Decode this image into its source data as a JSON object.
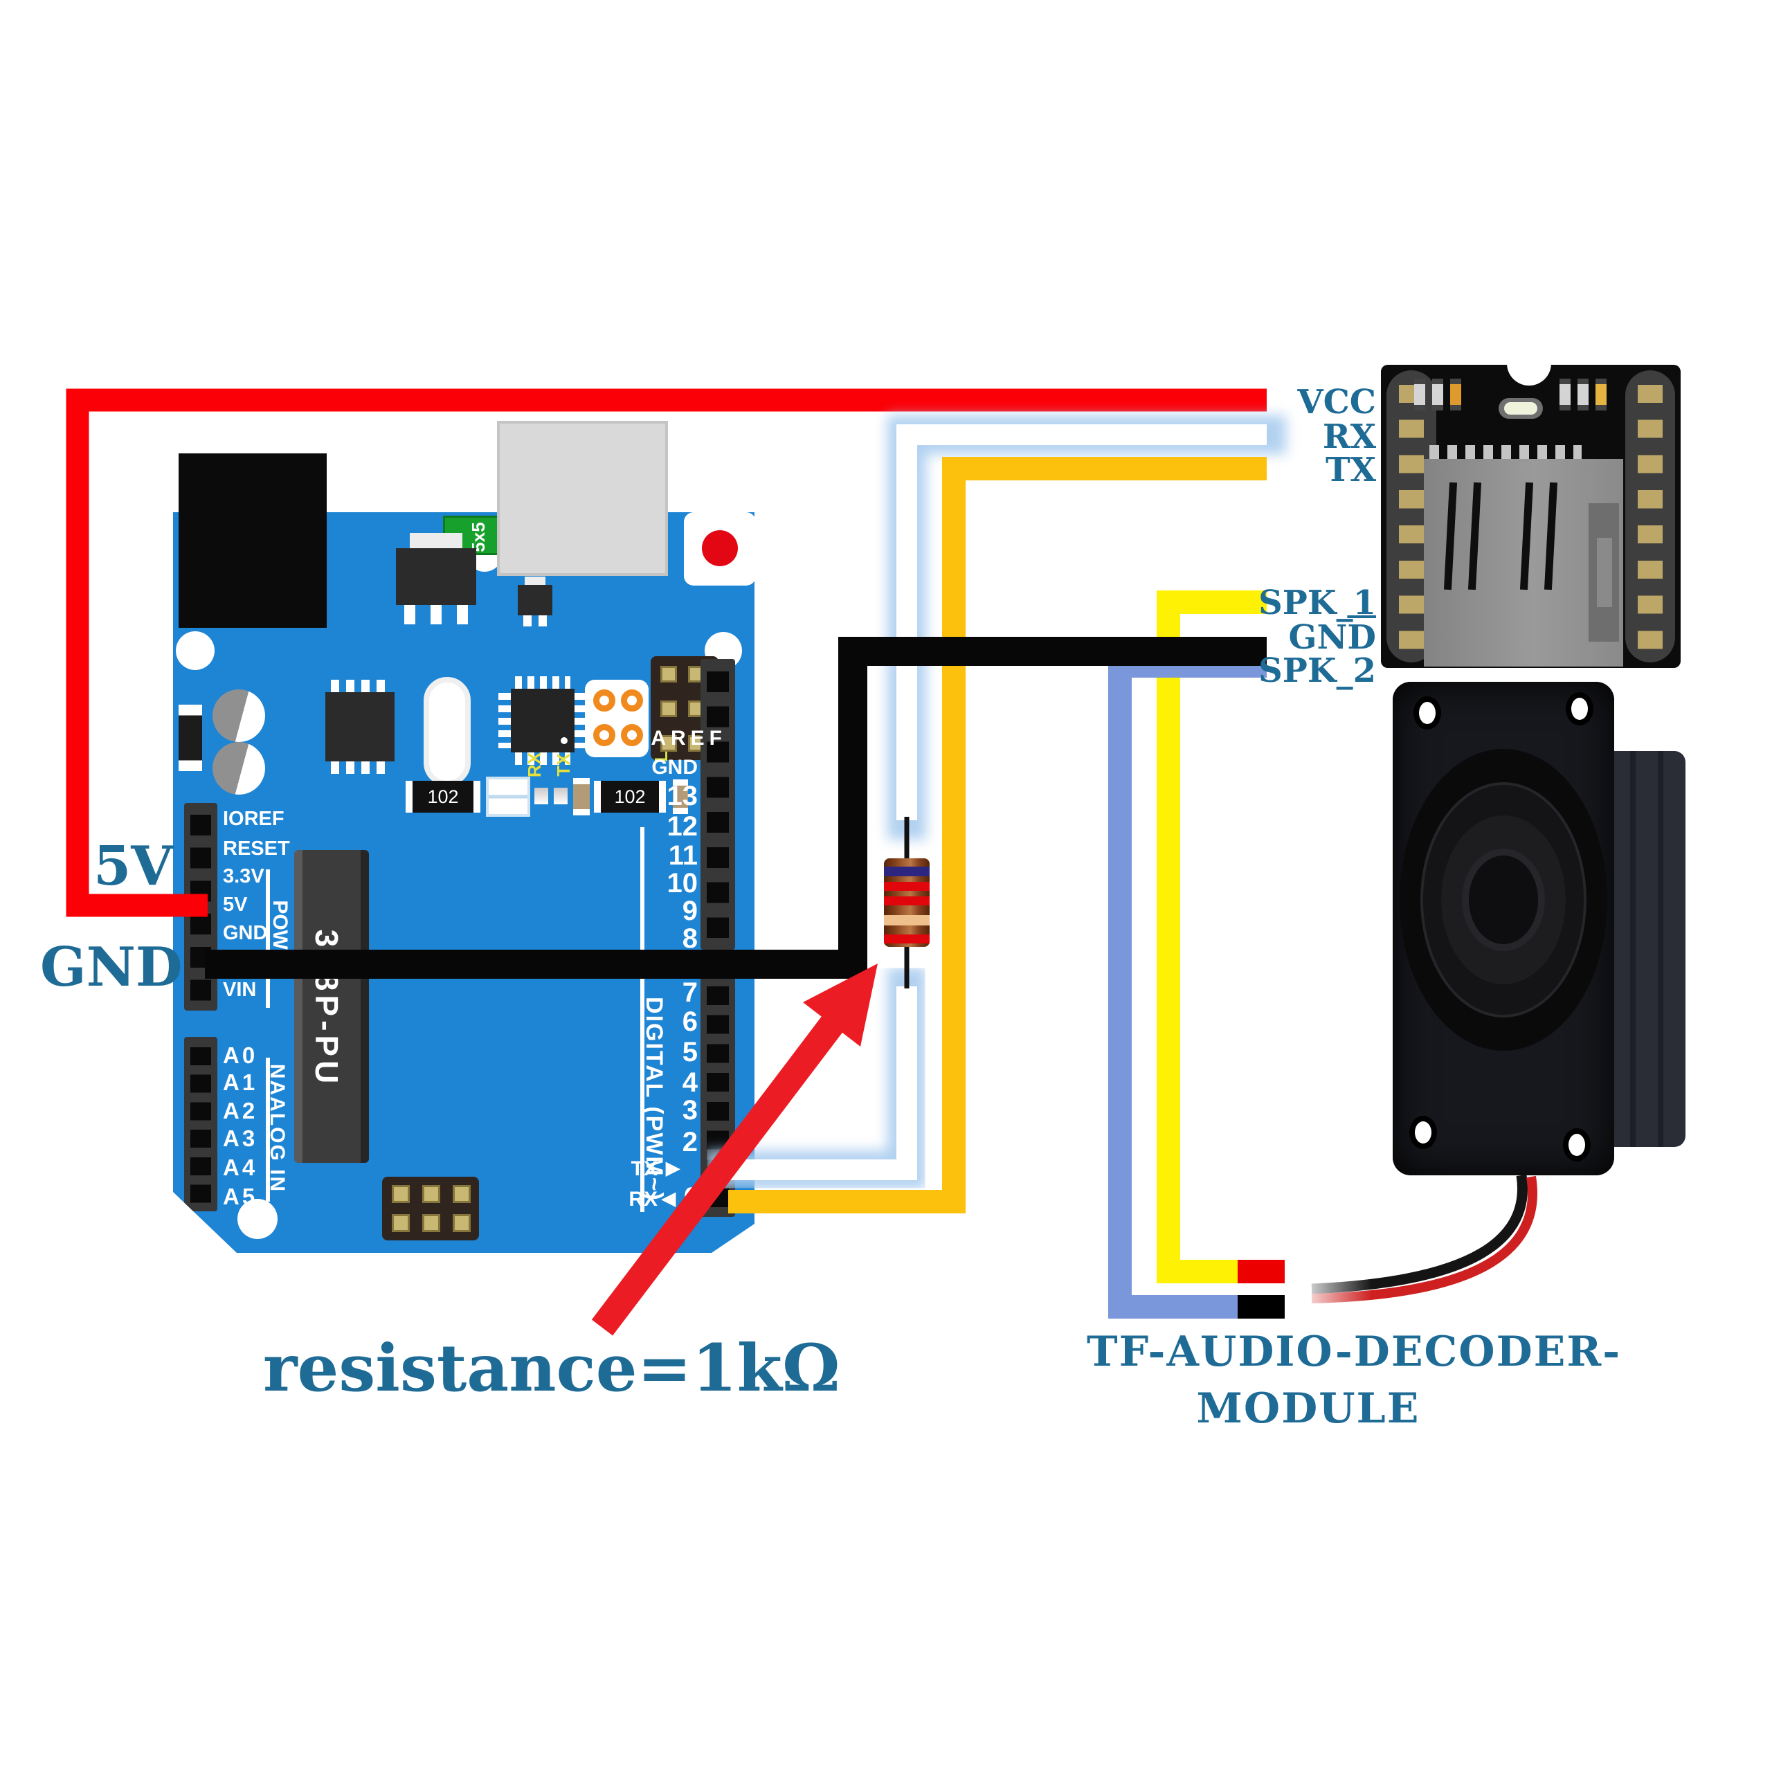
{
  "colors": {
    "board_blue": "#1E84D4",
    "wire_red": "#FB0006",
    "wire_black": "#070707",
    "wire_orange": "#FBC10D",
    "wire_yellow": "#FFF104",
    "wire_blue": "#7B97DB",
    "wire_white": "#FFFFFF",
    "white_wire_glow": "#A9CCEF",
    "label_teal": "#1E6B96",
    "arrow_red": "#EC1C24"
  },
  "annotations": {
    "five_v": "5V",
    "gnd": "GND",
    "resistance": "resistance=1kΩ"
  },
  "arduino": {
    "chip_label": "328P-PU",
    "fuse_label": "5x5",
    "power_group": "POWER",
    "analog_group": "NAALOG IN",
    "digital_group": "DIGITAL  (PWM~)",
    "power_pins": [
      "IOREF",
      "RESET",
      "3.3V",
      "5V",
      "GND",
      "VIN"
    ],
    "analog_pins": [
      "A0",
      "A1",
      "A2",
      "A3",
      "A4",
      "A5"
    ],
    "digital_top": [
      "AREF",
      "GND",
      "13",
      "12",
      "11",
      "10",
      "9",
      "8"
    ],
    "digital_bottom": [
      "7",
      "6",
      "5",
      "4",
      "3",
      "2"
    ],
    "tx_label": "TX",
    "rx_label": "RX",
    "pin0_label": "0",
    "tx_arrow": "▶",
    "rx_arrow": "◀",
    "smd_102_a": "102",
    "smd_102_b": "102",
    "silk_rx": "RX",
    "silk_tx": "TX",
    "silk_l": "L"
  },
  "module": {
    "pins": {
      "vcc": "VCC",
      "rx": "RX",
      "tx": "TX",
      "spk1": "SPK_1",
      "gnd_pre": "GN",
      "gnd_over": "D",
      "spk2": "SPK_2"
    },
    "caption_line1": "TF-AUDIO-DECODER-",
    "caption_line2": "MODULE"
  }
}
